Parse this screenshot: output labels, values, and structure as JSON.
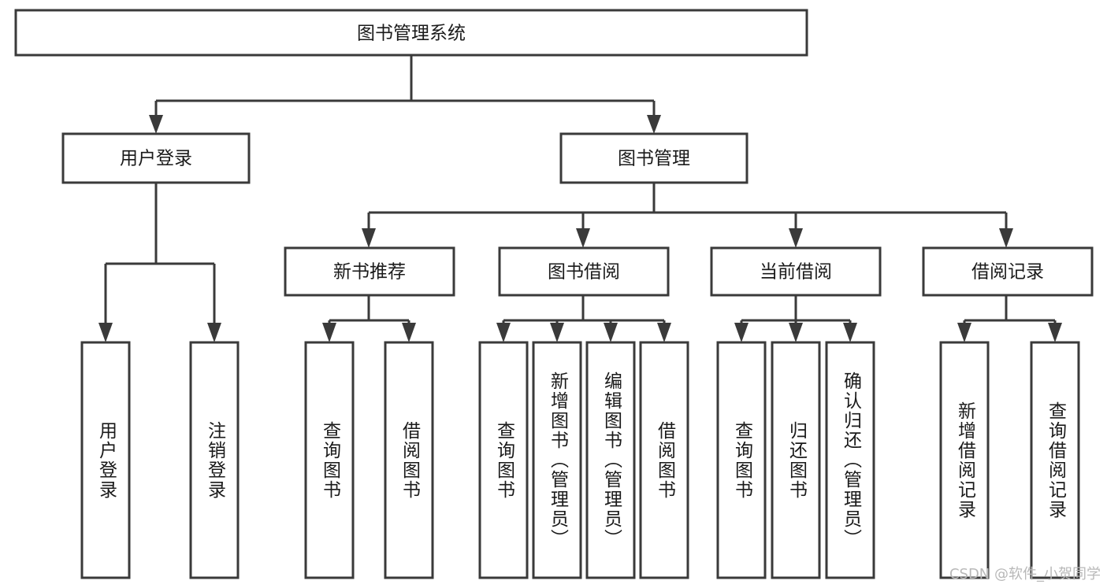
{
  "diagram": {
    "title_node": {
      "label": "图书管理系统"
    },
    "level1": [
      {
        "id": "user-login",
        "label": "用户登录"
      },
      {
        "id": "book-management",
        "label": "图书管理"
      }
    ],
    "level2": [
      {
        "id": "new-book-recommend",
        "label": "新书推荐"
      },
      {
        "id": "book-borrow",
        "label": "图书借阅"
      },
      {
        "id": "current-borrow",
        "label": "当前借阅"
      },
      {
        "id": "borrow-record",
        "label": "借阅记录"
      }
    ],
    "leaves": {
      "user_login": [
        {
          "id": "leaf-user-login",
          "label": "用户登录"
        },
        {
          "id": "leaf-logout",
          "label": "注销登录"
        }
      ],
      "new_book_recommend": [
        {
          "id": "leaf-query-book-1",
          "label": "查询图书"
        },
        {
          "id": "leaf-borrow-book-1",
          "label": "借阅图书"
        }
      ],
      "book_borrow": [
        {
          "id": "leaf-query-book-2",
          "label": "查询图书"
        },
        {
          "id": "leaf-add-book",
          "label": "新增图书（管理员）"
        },
        {
          "id": "leaf-edit-book",
          "label": "编辑图书（管理员）"
        },
        {
          "id": "leaf-borrow-book-2",
          "label": "借阅图书"
        }
      ],
      "current_borrow": [
        {
          "id": "leaf-query-book-3",
          "label": "查询图书"
        },
        {
          "id": "leaf-return-book",
          "label": "归还图书"
        },
        {
          "id": "leaf-confirm-return",
          "label": "确认归还（管理员）"
        }
      ],
      "borrow_record": [
        {
          "id": "leaf-add-record",
          "label": "新增借阅记录"
        },
        {
          "id": "leaf-query-record",
          "label": "查询借阅记录"
        }
      ]
    },
    "colors": {
      "stroke": "#3a3a3a",
      "fill": "#ffffff",
      "text": "#1a1a1a",
      "watermark": "#b8b8b8",
      "background": "#ffffff"
    }
  },
  "watermark": {
    "text": "CSDN @软件_小贺同学"
  }
}
